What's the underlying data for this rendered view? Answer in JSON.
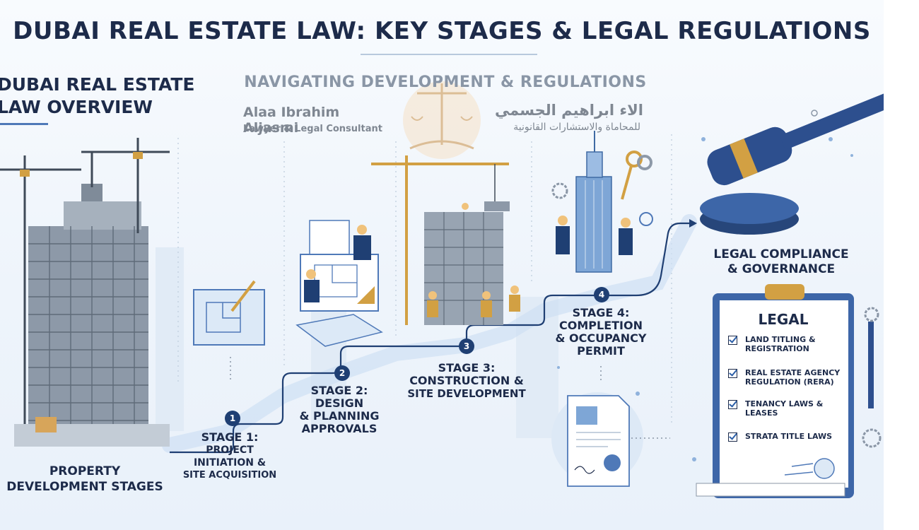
{
  "header": {
    "title": "DUBAI REAL ESTATE LAW: KEY STAGES & LEGAL REGULATIONS",
    "subtitle": "NAVIGATING DEVELOPMENT & REGULATIONS"
  },
  "overview": {
    "line1": "DUBAI REAL ESTATE",
    "line2": "LAW OVERVIEW"
  },
  "watermark": {
    "name": "Alaa Ibrahim Aljasmi",
    "role": "Lawyer & Legal Consultant",
    "arabic_name": "الاء ابراهيم الجسمي",
    "arabic_role": "للمحاماة والاستشارات القانونية"
  },
  "development": {
    "line1": "PROPERTY",
    "line2": "DEVELOPMENT STAGES"
  },
  "stages": [
    {
      "number": "1",
      "line1": "STAGE 1:",
      "line2": "PROJECT",
      "line3": "INITIATION &",
      "line4": "SITE ACQUISITION"
    },
    {
      "number": "2",
      "line1": "STAGE 2:",
      "line2": "DESIGN",
      "line3": "& PLANNING",
      "line4": "APPROVALS"
    },
    {
      "number": "3",
      "line1": "STAGE 3:",
      "line2": "CONSTRUCTION &",
      "line3": "SITE DEVELOPMENT"
    },
    {
      "number": "4",
      "line1": "STAGE 4:",
      "line2": "COMPLETION",
      "line3": "& OCCUPANCY",
      "line4": "PERMIT"
    }
  ],
  "legal": {
    "heading_line1": "LEGAL COMPLIANCE",
    "heading_line2": "& GOVERNANCE",
    "checklist_title": "LEGAL",
    "items": [
      {
        "line1": "LAND TITLING &",
        "line2": "REGISTRATION"
      },
      {
        "line1": "REAL ESTATE AGENCY",
        "line2": "REGULATION (RERA)"
      },
      {
        "line1": "TENANCY LAWS &",
        "line2": "LEASES"
      },
      {
        "line1": "STRATA TITLE LAWS",
        "line2": ""
      }
    ]
  },
  "colors": {
    "navy": "#1d2b4a",
    "accent_blue": "#4f79b8",
    "light_blue": "#cfe0f3",
    "gold": "#d2a043",
    "grey_text": "#8a96a6"
  }
}
